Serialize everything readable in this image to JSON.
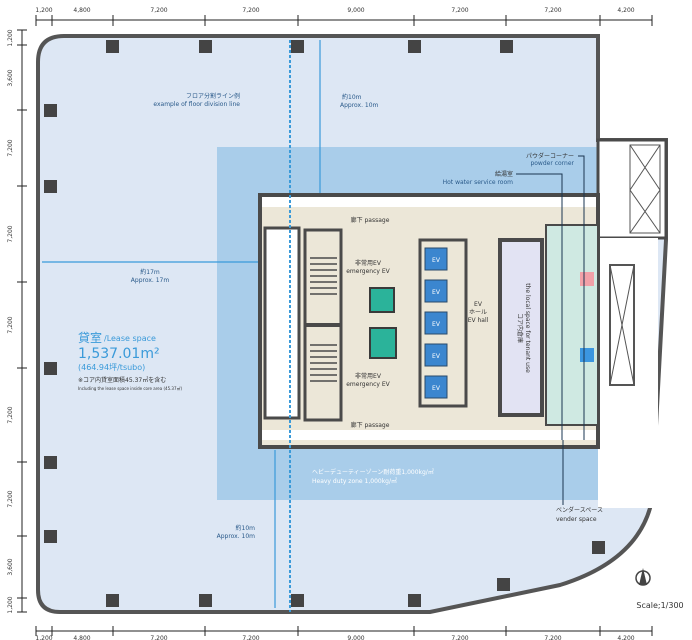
{
  "dimensions": {
    "horizontal": [
      "1,200",
      "4,800",
      "7,200",
      "7,200",
      "9,000",
      "7,200",
      "7,200",
      "4,200"
    ],
    "vertical": [
      "1,200",
      "3,600",
      "7,200",
      "7,200",
      "7,200",
      "7,200",
      "7,200",
      "3,600",
      "1,200"
    ]
  },
  "lease": {
    "title_ja": "貸室",
    "title_en": "/Lease space",
    "area_m2": "1,537.01m²",
    "area_tsubo": "(464.94坪/tsubo)",
    "note_ja": "※コア内貸室面積45.37㎡を含む",
    "note_en": "Including the lease space inside core area (45.37㎡)"
  },
  "labels": {
    "floor_division_ja": "フロア分割ライン例",
    "floor_division_en": "example of floor division line",
    "approx_10m_ja": "約10m",
    "approx_10m_en": "Approx. 10m",
    "approx_17m_ja": "約17m",
    "approx_17m_en": "Approx. 17m",
    "approx_10m_b_ja": "約10m",
    "approx_10m_b_en": "Approx. 10m",
    "powder_ja": "パウダーコーナー",
    "powder_en": "powder corner",
    "hot_water_ja": "給湯室",
    "hot_water_en": "Hot water service room",
    "passage_top": "廊下 passage",
    "passage_bottom": "廊下 passage",
    "emergency_ev_ja": "非常用EV",
    "emergency_ev_en": "emergency EV",
    "emergency_ev2_ja": "非常用EV",
    "emergency_ev2_en": "emergency EV",
    "ev": "EV",
    "ev_hall_1": "EV",
    "ev_hall_2": "ホール",
    "ev_hall_en": "EV hall",
    "storage_ja": "コア内倉庫",
    "storage_en": "the local space for tenant use",
    "heavy_duty_ja": "ヘビーデューティーゾーン耐荷重1,000kg/㎡",
    "heavy_duty_en": "Heavy duty zone 1,000kg/㎡",
    "vender_ja": "ベンダースペース",
    "vender_en": "vender space",
    "scale": "Scale;1/300"
  },
  "colors": {
    "floor": "#dde7f4",
    "heavy_zone": "#a9cdea",
    "core": "#ece7d8",
    "wall": "#4a4a4a",
    "emergency_ev": "#2bb39a",
    "ev": "#3b86cf",
    "restroom": "#cfe9e2",
    "accent": "#3a9ad9"
  },
  "icons": [
    "north-arrow-icon",
    "female-restroom-icon",
    "male-restroom-icon"
  ]
}
